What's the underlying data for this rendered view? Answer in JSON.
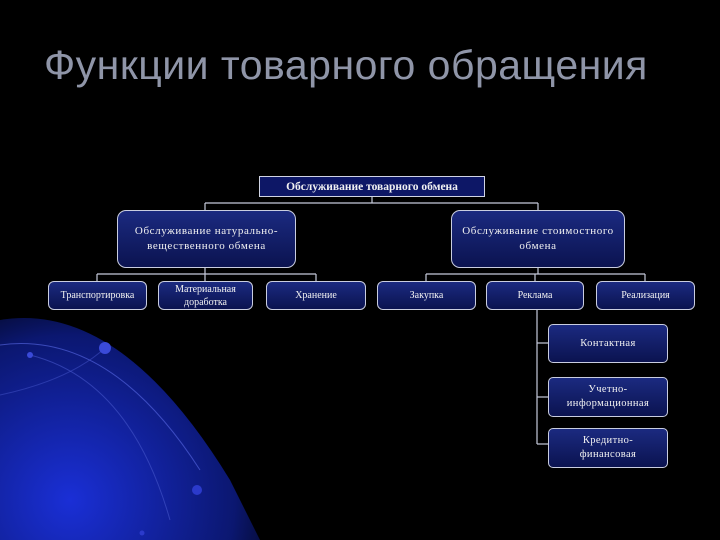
{
  "title": "Функции товарного обращения",
  "root": "Обслуживание товарного обмена",
  "branch_left": "Обслуживание натурально-вещественного обмена",
  "branch_right": "Обслуживание стоимостного обмена",
  "left_children": [
    "Транспортировка",
    "Материальная доработка",
    "Хранение"
  ],
  "right_children": [
    "Закупка",
    "Реклама",
    "Реализация"
  ],
  "marketing_children": [
    "Контактная",
    "Учетно-информационная",
    "Кредитно-финансовая"
  ],
  "colors": {
    "background": "#000000",
    "node_fill": "#13206a",
    "title": "#8f95a8"
  }
}
